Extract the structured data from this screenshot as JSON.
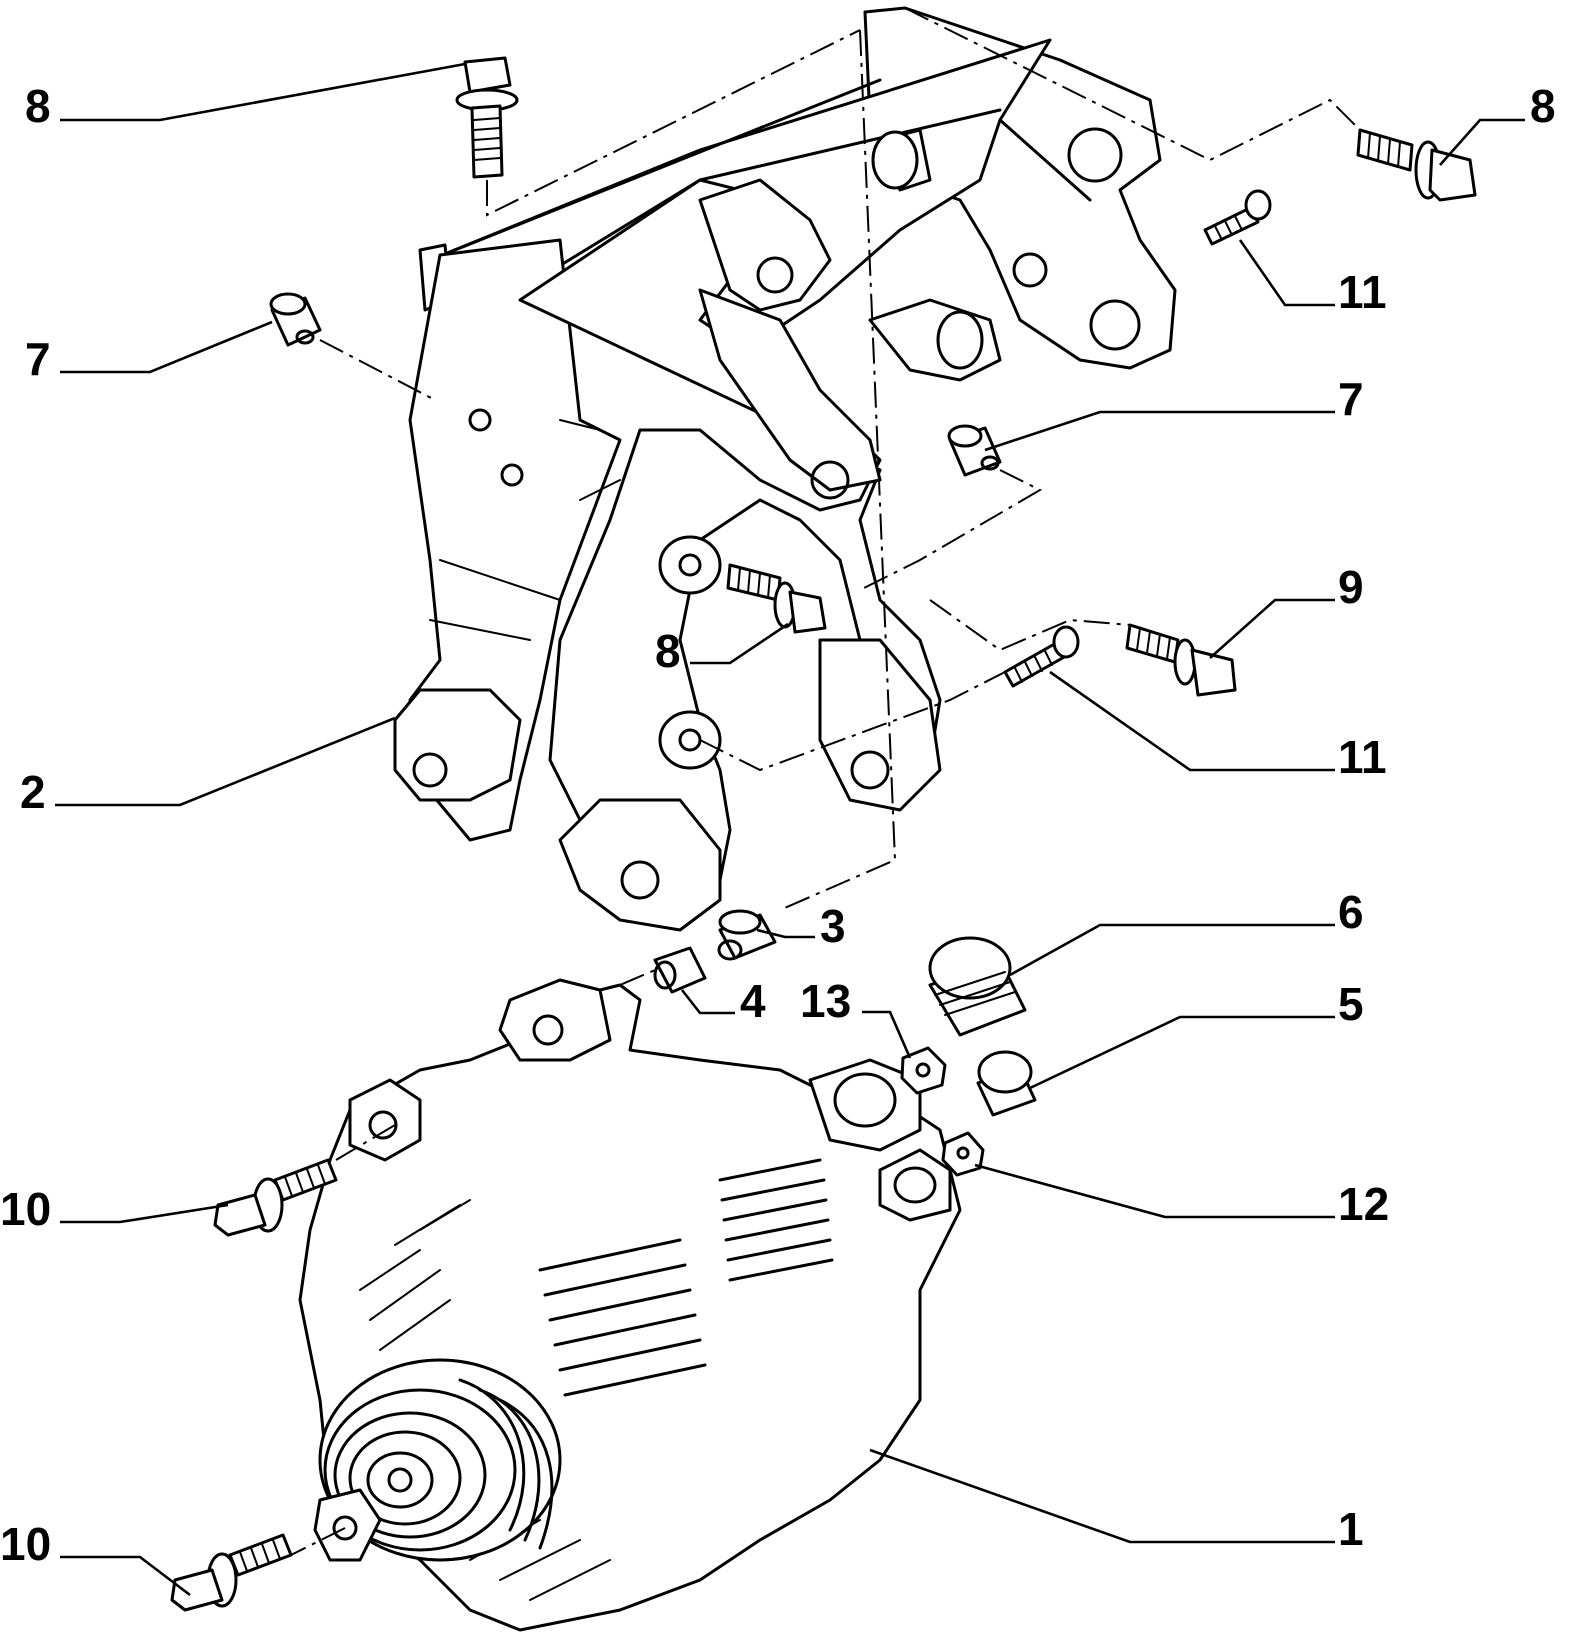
{
  "callouts": [
    {
      "id": "c-8a",
      "label": "8"
    },
    {
      "id": "c-8b",
      "label": "8"
    },
    {
      "id": "c-11a",
      "label": "11"
    },
    {
      "id": "c-7a",
      "label": "7"
    },
    {
      "id": "c-7b",
      "label": "7"
    },
    {
      "id": "c-9",
      "label": "9"
    },
    {
      "id": "c-8c",
      "label": "8"
    },
    {
      "id": "c-2",
      "label": "2"
    },
    {
      "id": "c-11b",
      "label": "11"
    },
    {
      "id": "c-3",
      "label": "3"
    },
    {
      "id": "c-6",
      "label": "6"
    },
    {
      "id": "c-4",
      "label": "4"
    },
    {
      "id": "c-13",
      "label": "13"
    },
    {
      "id": "c-5",
      "label": "5"
    },
    {
      "id": "c-10a",
      "label": "10"
    },
    {
      "id": "c-12",
      "label": "12"
    },
    {
      "id": "c-10b",
      "label": "10"
    },
    {
      "id": "c-1",
      "label": "1"
    }
  ]
}
